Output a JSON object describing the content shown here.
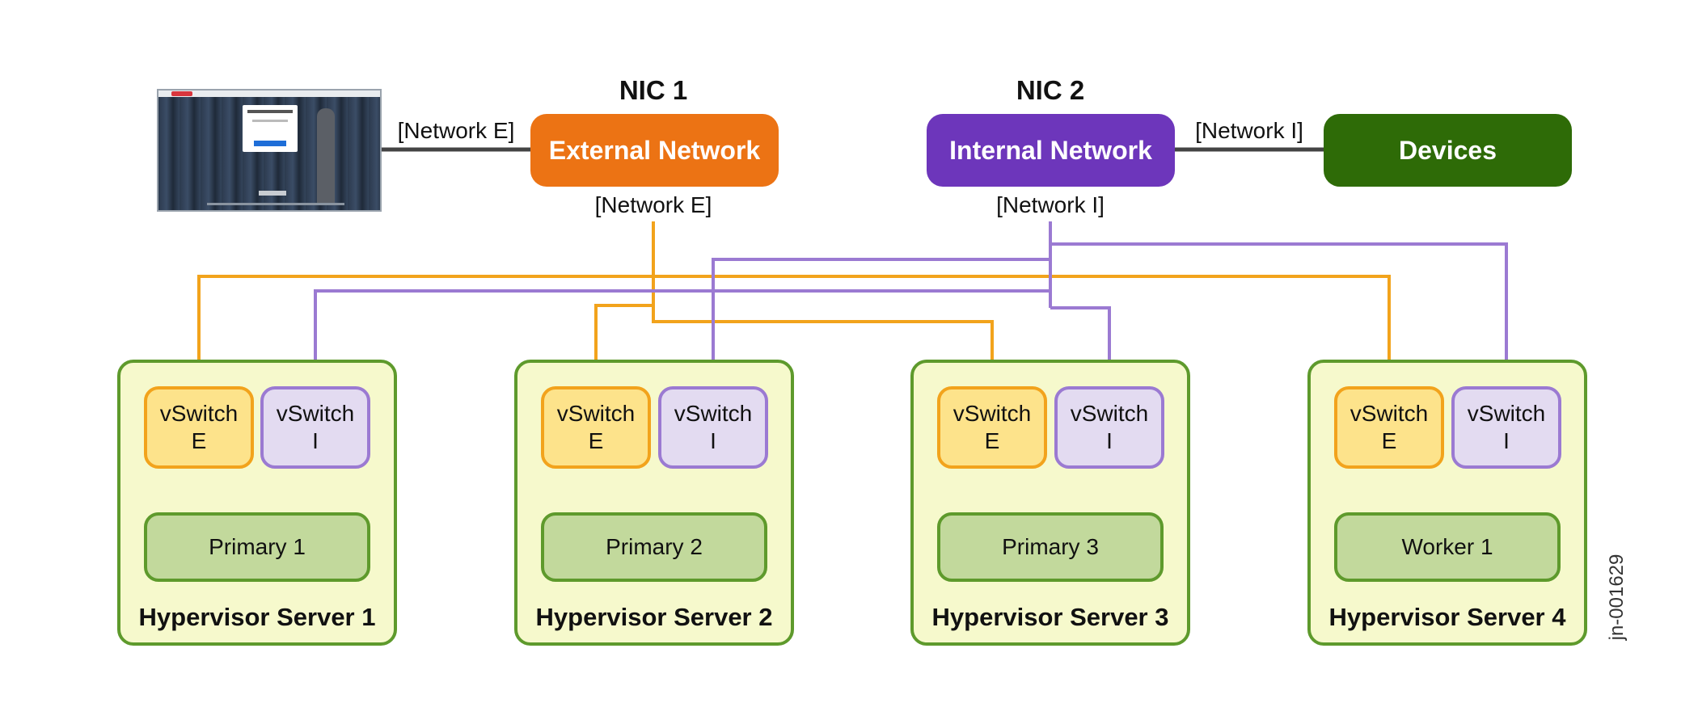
{
  "colors": {
    "external": "#ec7314",
    "internal": "#6d36bb",
    "devices": "#2e6b07",
    "wire_external": "#f2a31c",
    "wire_internal": "#9b7ad2",
    "wire_neutral": "#444444"
  },
  "nic1": {
    "title": "NIC 1"
  },
  "nic2": {
    "title": "NIC 2"
  },
  "external_network": {
    "label": "External Network",
    "link_label_left": "[Network E]",
    "link_label_below": "[Network E]"
  },
  "internal_network": {
    "label": "Internal Network",
    "link_label_right": "[Network I]",
    "link_label_below": "[Network I]"
  },
  "devices": {
    "label": "Devices"
  },
  "screenshot_icon": "ui-screenshot-thumbnail",
  "servers": [
    {
      "label": "Hypervisor Server 1",
      "vswitch_e": "vSwitch\nE",
      "vswitch_i": "vSwitch\nI",
      "node": "Primary 1"
    },
    {
      "label": "Hypervisor Server 2",
      "vswitch_e": "vSwitch\nE",
      "vswitch_i": "vSwitch\nI",
      "node": "Primary 2"
    },
    {
      "label": "Hypervisor Server 3",
      "vswitch_e": "vSwitch\nE",
      "vswitch_i": "vSwitch\nI",
      "node": "Primary 3"
    },
    {
      "label": "Hypervisor Server 4",
      "vswitch_e": "vSwitch\nE",
      "vswitch_i": "vSwitch\nI",
      "node": "Worker 1"
    }
  ],
  "doc_id": "jn-001629"
}
